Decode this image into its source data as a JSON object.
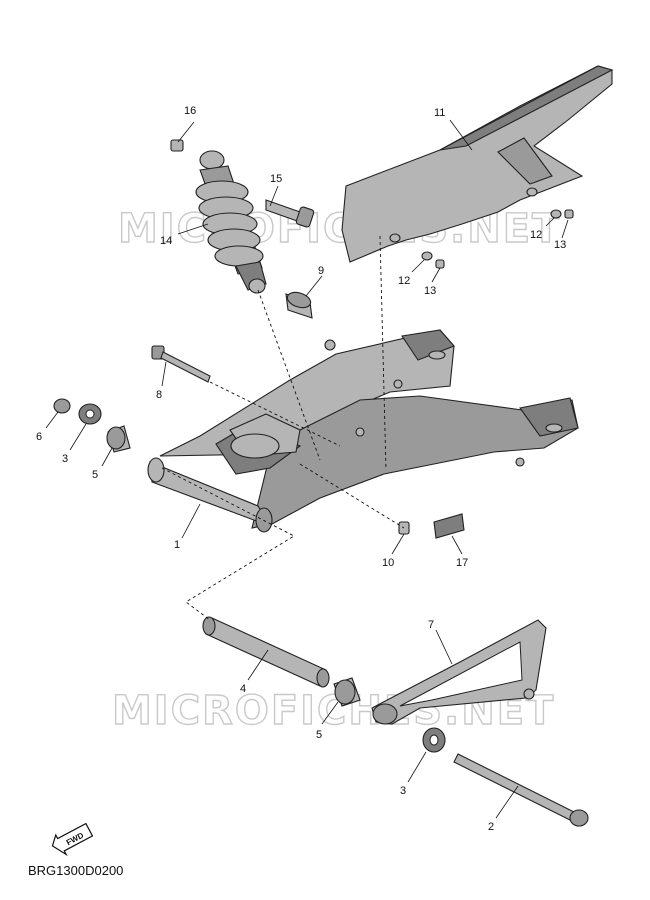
{
  "watermark": "MICROFICHES.NET",
  "diagram_code": "BRG1300D0200",
  "fwd_label": "FWD",
  "callouts": [
    "1",
    "2",
    "3",
    "3",
    "4",
    "5",
    "5",
    "6",
    "7",
    "8",
    "9",
    "10",
    "11",
    "12",
    "12",
    "13",
    "13",
    "14",
    "15",
    "16",
    "17"
  ]
}
